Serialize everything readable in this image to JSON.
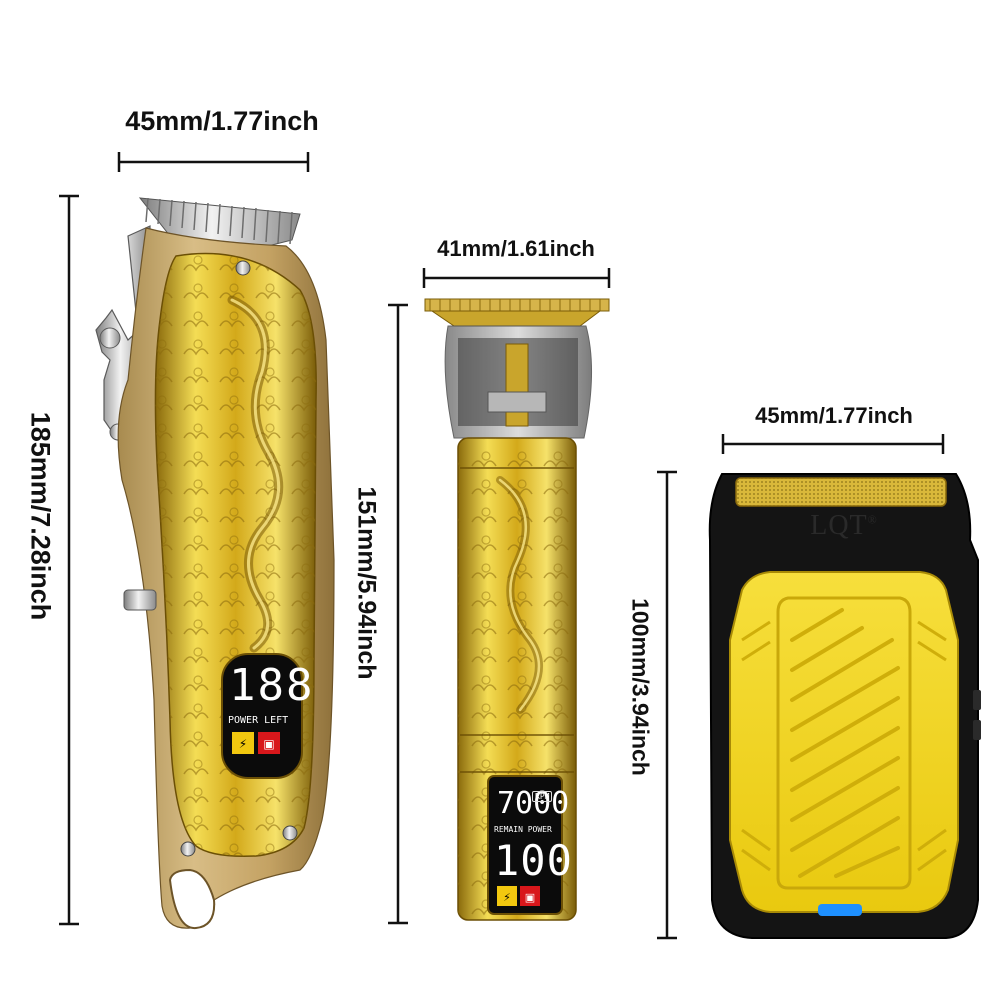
{
  "dimensions": {
    "clipper_width": "45mm/1.77inch",
    "clipper_height": "185mm/7.28inch",
    "trimmer_width": "41mm/1.61inch",
    "trimmer_height": "151mm/5.94inch",
    "shaver_width": "45mm/1.77inch",
    "shaver_height": "100mm/3.94inch"
  },
  "products": {
    "clipper": {
      "display_digits": "188",
      "display_label": "POWER LEFT"
    },
    "trimmer": {
      "rpm_digits": "7000",
      "rpm_label": "RPM",
      "display_label": "REMAIN POWER",
      "display_digits": "100"
    },
    "shaver": {
      "brand": "LQT",
      "brand_mark": "®"
    }
  },
  "colors": {
    "gold": "#d9b21f",
    "gold_dark": "#8a6a0c",
    "champagne": "#c8a866",
    "shaver_yellow": "#f2d21a",
    "shaver_body": "#121212",
    "lcd": "#0b0b0b",
    "accent_blue": "#1e90ff"
  }
}
